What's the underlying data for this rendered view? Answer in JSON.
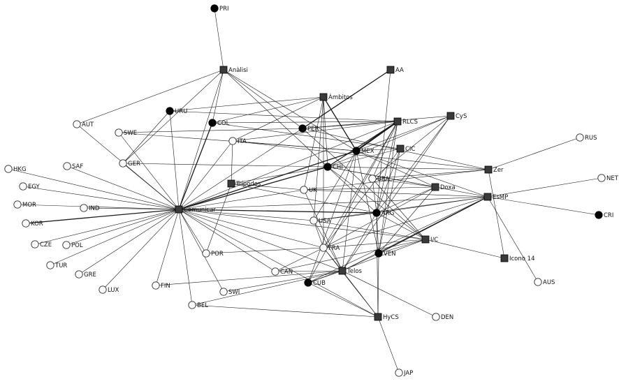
{
  "diagram": {
    "legend_colors": {
      "journal": "#3a3a3a",
      "latin_america": "#000000",
      "other": "#ffffff"
    },
    "nodes": [
      {
        "id": "PRI",
        "label": "PRI",
        "kind": "black"
      },
      {
        "id": "Analisi",
        "label": "Anàlisi",
        "kind": "square"
      },
      {
        "id": "AA",
        "label": "AA",
        "kind": "square"
      },
      {
        "id": "Ambitos",
        "label": "Ámbitos",
        "kind": "square"
      },
      {
        "id": "URU",
        "label": "URU",
        "kind": "black"
      },
      {
        "id": "CyS",
        "label": "CyS",
        "kind": "square"
      },
      {
        "id": "RLCS",
        "label": "RLCS",
        "kind": "square"
      },
      {
        "id": "AUT",
        "label": "AUT",
        "kind": "white"
      },
      {
        "id": "COL",
        "label": "COL",
        "kind": "black"
      },
      {
        "id": "PER",
        "label": "PER",
        "kind": "black"
      },
      {
        "id": "SWE",
        "label": "SWE",
        "kind": "white"
      },
      {
        "id": "RUS",
        "label": "RUS",
        "kind": "white"
      },
      {
        "id": "ITA",
        "label": "ITA",
        "kind": "white"
      },
      {
        "id": "MEX",
        "label": "MEX",
        "kind": "black"
      },
      {
        "id": "CIC",
        "label": "CIC",
        "kind": "square"
      },
      {
        "id": "HKG",
        "label": "HKG",
        "kind": "white"
      },
      {
        "id": "SAF",
        "label": "SAF",
        "kind": "white"
      },
      {
        "id": "GER",
        "label": "GER",
        "kind": "white"
      },
      {
        "id": "CHI",
        "label": "CHI",
        "kind": "black"
      },
      {
        "id": "Zer",
        "label": "Zer",
        "kind": "square"
      },
      {
        "id": "NET",
        "label": "NET",
        "kind": "white"
      },
      {
        "id": "EGY",
        "label": "EGY",
        "kind": "white"
      },
      {
        "id": "BRA",
        "label": "BRA",
        "kind": "white"
      },
      {
        "id": "Tripodos",
        "label": "Trípodos",
        "kind": "square"
      },
      {
        "id": "Doxa",
        "label": "Doxa",
        "kind": "square"
      },
      {
        "id": "UK",
        "label": "UK",
        "kind": "white"
      },
      {
        "id": "EsMP",
        "label": "EsMP",
        "kind": "square"
      },
      {
        "id": "MOR",
        "label": "MOR",
        "kind": "white"
      },
      {
        "id": "IND",
        "label": "IND",
        "kind": "white"
      },
      {
        "id": "Comunicar",
        "label": "Comunicar",
        "kind": "square"
      },
      {
        "id": "ARG",
        "label": "ARG",
        "kind": "black"
      },
      {
        "id": "CRI",
        "label": "CRI",
        "kind": "black"
      },
      {
        "id": "KOR",
        "label": "KOR",
        "kind": "white"
      },
      {
        "id": "USA",
        "label": "USA",
        "kind": "white"
      },
      {
        "id": "IC",
        "label": "I/C",
        "kind": "square"
      },
      {
        "id": "CZE",
        "label": "CZE",
        "kind": "white"
      },
      {
        "id": "POL",
        "label": "POL",
        "kind": "white"
      },
      {
        "id": "FRA",
        "label": "FRA",
        "kind": "white"
      },
      {
        "id": "POR",
        "label": "POR",
        "kind": "white"
      },
      {
        "id": "VEN",
        "label": "VEN",
        "kind": "black"
      },
      {
        "id": "Icono14",
        "label": "Icono 14",
        "kind": "square"
      },
      {
        "id": "TUR",
        "label": "TUR",
        "kind": "white"
      },
      {
        "id": "GRE",
        "label": "GRE",
        "kind": "white"
      },
      {
        "id": "CAN",
        "label": "CAN",
        "kind": "white"
      },
      {
        "id": "Telos",
        "label": "Telos",
        "kind": "square"
      },
      {
        "id": "AUS",
        "label": "AUS",
        "kind": "white"
      },
      {
        "id": "LUX",
        "label": "LUX",
        "kind": "white"
      },
      {
        "id": "FIN",
        "label": "FIN",
        "kind": "white"
      },
      {
        "id": "SWI",
        "label": "SWI",
        "kind": "white"
      },
      {
        "id": "CUB",
        "label": "CUB",
        "kind": "black"
      },
      {
        "id": "BEL",
        "label": "BEL",
        "kind": "white"
      },
      {
        "id": "HyCS",
        "label": "HyCS",
        "kind": "square"
      },
      {
        "id": "DEN",
        "label": "DEN",
        "kind": "white"
      },
      {
        "id": "JAP",
        "label": "JAP",
        "kind": "white"
      }
    ],
    "edges": [
      [
        "PRI",
        "Analisi",
        1
      ],
      [
        "Analisi",
        "AUT",
        1
      ],
      [
        "Analisi",
        "COL",
        1
      ],
      [
        "Analisi",
        "Comunicar",
        1
      ],
      [
        "Analisi",
        "PER",
        1
      ],
      [
        "Analisi",
        "MEX",
        1
      ],
      [
        "Analisi",
        "CHI",
        1
      ],
      [
        "Analisi",
        "GER",
        1
      ],
      [
        "AA",
        "PER",
        2
      ],
      [
        "AA",
        "ARG",
        1
      ],
      [
        "Ambitos",
        "URU",
        1
      ],
      [
        "Ambitos",
        "COL",
        1
      ],
      [
        "Ambitos",
        "MEX",
        2
      ],
      [
        "Ambitos",
        "CHI",
        1
      ],
      [
        "Ambitos",
        "USA",
        1
      ],
      [
        "Ambitos",
        "FRA",
        1
      ],
      [
        "Ambitos",
        "ITA",
        1
      ],
      [
        "Ambitos",
        "UK",
        1
      ],
      [
        "URU",
        "RLCS",
        1
      ],
      [
        "URU",
        "Comunicar",
        1
      ],
      [
        "URU",
        "GER",
        1
      ],
      [
        "COL",
        "RLCS",
        1
      ],
      [
        "COL",
        "Comunicar",
        2
      ],
      [
        "COL",
        "CIC",
        1
      ],
      [
        "CyS",
        "PER",
        1
      ],
      [
        "CyS",
        "MEX",
        1
      ],
      [
        "CyS",
        "ARG",
        1
      ],
      [
        "CyS",
        "CHI",
        1
      ],
      [
        "CyS",
        "BRA",
        1
      ],
      [
        "CyS",
        "Telos",
        1
      ],
      [
        "RLCS",
        "PER",
        1
      ],
      [
        "RLCS",
        "MEX",
        3
      ],
      [
        "RLCS",
        "CHI",
        2
      ],
      [
        "RLCS",
        "ARG",
        1
      ],
      [
        "RLCS",
        "VEN",
        1
      ],
      [
        "RLCS",
        "BRA",
        1
      ],
      [
        "RLCS",
        "ITA",
        1
      ],
      [
        "RLCS",
        "FRA",
        1
      ],
      [
        "RLCS",
        "CUB",
        1
      ],
      [
        "RLCS",
        "Comunicar",
        1
      ],
      [
        "CIC",
        "MEX",
        1
      ],
      [
        "CIC",
        "ARG",
        1
      ],
      [
        "CIC",
        "FRA",
        1
      ],
      [
        "CIC",
        "CHI",
        1
      ],
      [
        "CIC",
        "VEN",
        1
      ],
      [
        "PER",
        "Comunicar",
        1
      ],
      [
        "PER",
        "Zer",
        1
      ],
      [
        "PER",
        "IC",
        1
      ],
      [
        "PER",
        "SWE",
        1
      ],
      [
        "SWE",
        "MEX",
        1
      ],
      [
        "RUS",
        "Zer",
        1
      ],
      [
        "ITA",
        "MEX",
        1
      ],
      [
        "ITA",
        "Tripodos",
        1
      ],
      [
        "ITA",
        "Zer",
        1
      ],
      [
        "ITA",
        "Comunicar",
        1
      ],
      [
        "MEX",
        "Comunicar",
        2
      ],
      [
        "MEX",
        "VEN",
        1
      ],
      [
        "MEX",
        "CUB",
        1
      ],
      [
        "MEX",
        "Doxa",
        1
      ],
      [
        "MEX",
        "EsMP",
        1
      ],
      [
        "MEX",
        "Telos",
        1
      ],
      [
        "MEX",
        "USA",
        1
      ],
      [
        "HKG",
        "Comunicar",
        1
      ],
      [
        "SAF",
        "Comunicar",
        1
      ],
      [
        "EGY",
        "Comunicar",
        1
      ],
      [
        "MOR",
        "Comunicar",
        1
      ],
      [
        "IND",
        "Comunicar",
        1
      ],
      [
        "KOR",
        "Comunicar",
        2
      ],
      [
        "CZE",
        "Comunicar",
        1
      ],
      [
        "POL",
        "Comunicar",
        1
      ],
      [
        "TUR",
        "Comunicar",
        1
      ],
      [
        "GRE",
        "Comunicar",
        1
      ],
      [
        "LUX",
        "Comunicar",
        1
      ],
      [
        "FIN",
        "Comunicar",
        1
      ],
      [
        "SWI",
        "Comunicar",
        1
      ],
      [
        "BEL",
        "Comunicar",
        1
      ],
      [
        "AUT",
        "Comunicar",
        1
      ],
      [
        "GER",
        "Comunicar",
        1
      ],
      [
        "SWE",
        "Comunicar",
        1
      ],
      [
        "CHI",
        "Comunicar",
        2
      ],
      [
        "CHI",
        "Tripodos",
        1
      ],
      [
        "CHI",
        "GER",
        1
      ],
      [
        "CHI",
        "Zer",
        1
      ],
      [
        "CHI",
        "Doxa",
        1
      ],
      [
        "CHI",
        "EsMP",
        1
      ],
      [
        "CHI",
        "IC",
        1
      ],
      [
        "CHI",
        "ARG",
        1
      ],
      [
        "NET",
        "EsMP",
        1
      ],
      [
        "BRA",
        "Doxa",
        1
      ],
      [
        "BRA",
        "Zer",
        1
      ],
      [
        "BRA",
        "IC",
        1
      ],
      [
        "BRA",
        "ARG",
        1
      ],
      [
        "Tripodos",
        "POR",
        1
      ],
      [
        "Tripodos",
        "ARG",
        1
      ],
      [
        "Tripodos",
        "UK",
        1
      ],
      [
        "Doxa",
        "ARG",
        1
      ],
      [
        "Doxa",
        "VEN",
        1
      ],
      [
        "Doxa",
        "UK",
        1
      ],
      [
        "Doxa",
        "FRA",
        1
      ],
      [
        "UK",
        "Comunicar",
        1
      ],
      [
        "UK",
        "EsMP",
        1
      ],
      [
        "UK",
        "Zer",
        1
      ],
      [
        "UK",
        "Telos",
        1
      ],
      [
        "EsMP",
        "CRI",
        1
      ],
      [
        "EsMP",
        "ARG",
        1
      ],
      [
        "EsMP",
        "VEN",
        2
      ],
      [
        "EsMP",
        "CUB",
        1
      ],
      [
        "EsMP",
        "Telos",
        1
      ],
      [
        "EsMP",
        "USA",
        1
      ],
      [
        "EsMP",
        "FRA",
        1
      ],
      [
        "EsMP",
        "Comunicar",
        1
      ],
      [
        "Comunicar",
        "ARG",
        2
      ],
      [
        "Comunicar",
        "USA",
        1
      ],
      [
        "Comunicar",
        "FRA",
        1
      ],
      [
        "Comunicar",
        "POR",
        1
      ],
      [
        "Comunicar",
        "CAN",
        1
      ],
      [
        "Comunicar",
        "Telos",
        1
      ],
      [
        "Comunicar",
        "IC",
        1
      ],
      [
        "Comunicar",
        "HyCS",
        1
      ],
      [
        "ARG",
        "IC",
        1
      ],
      [
        "ARG",
        "Telos",
        1
      ],
      [
        "ARG",
        "USA",
        1
      ],
      [
        "ARG",
        "HyCS",
        1
      ],
      [
        "ARG",
        "VEN",
        1
      ],
      [
        "USA",
        "IC",
        1
      ],
      [
        "USA",
        "Telos",
        1
      ],
      [
        "USA",
        "FRA",
        1
      ],
      [
        "IC",
        "Icono14",
        1
      ],
      [
        "IC",
        "FRA",
        1
      ],
      [
        "IC",
        "VEN",
        1
      ],
      [
        "IC",
        "CUB",
        1
      ],
      [
        "IC",
        "CAN",
        1
      ],
      [
        "FRA",
        "POR",
        1
      ],
      [
        "FRA",
        "HyCS",
        1
      ],
      [
        "FRA",
        "CAN",
        1
      ],
      [
        "FRA",
        "Telos",
        1
      ],
      [
        "VEN",
        "HyCS",
        1
      ],
      [
        "VEN",
        "Telos",
        1
      ],
      [
        "Icono14",
        "Zer",
        1
      ],
      [
        "CAN",
        "Telos",
        1
      ],
      [
        "Telos",
        "CUB",
        1
      ],
      [
        "Telos",
        "SWI",
        1
      ],
      [
        "Telos",
        "HyCS",
        1
      ],
      [
        "Telos",
        "DEN",
        1
      ],
      [
        "Telos",
        "FIN",
        1
      ],
      [
        "Telos",
        "BEL",
        1
      ],
      [
        "AUS",
        "EsMP",
        1
      ],
      [
        "CUB",
        "HyCS",
        1
      ],
      [
        "BEL",
        "HyCS",
        1
      ],
      [
        "HyCS",
        "JAP",
        1
      ]
    ]
  }
}
